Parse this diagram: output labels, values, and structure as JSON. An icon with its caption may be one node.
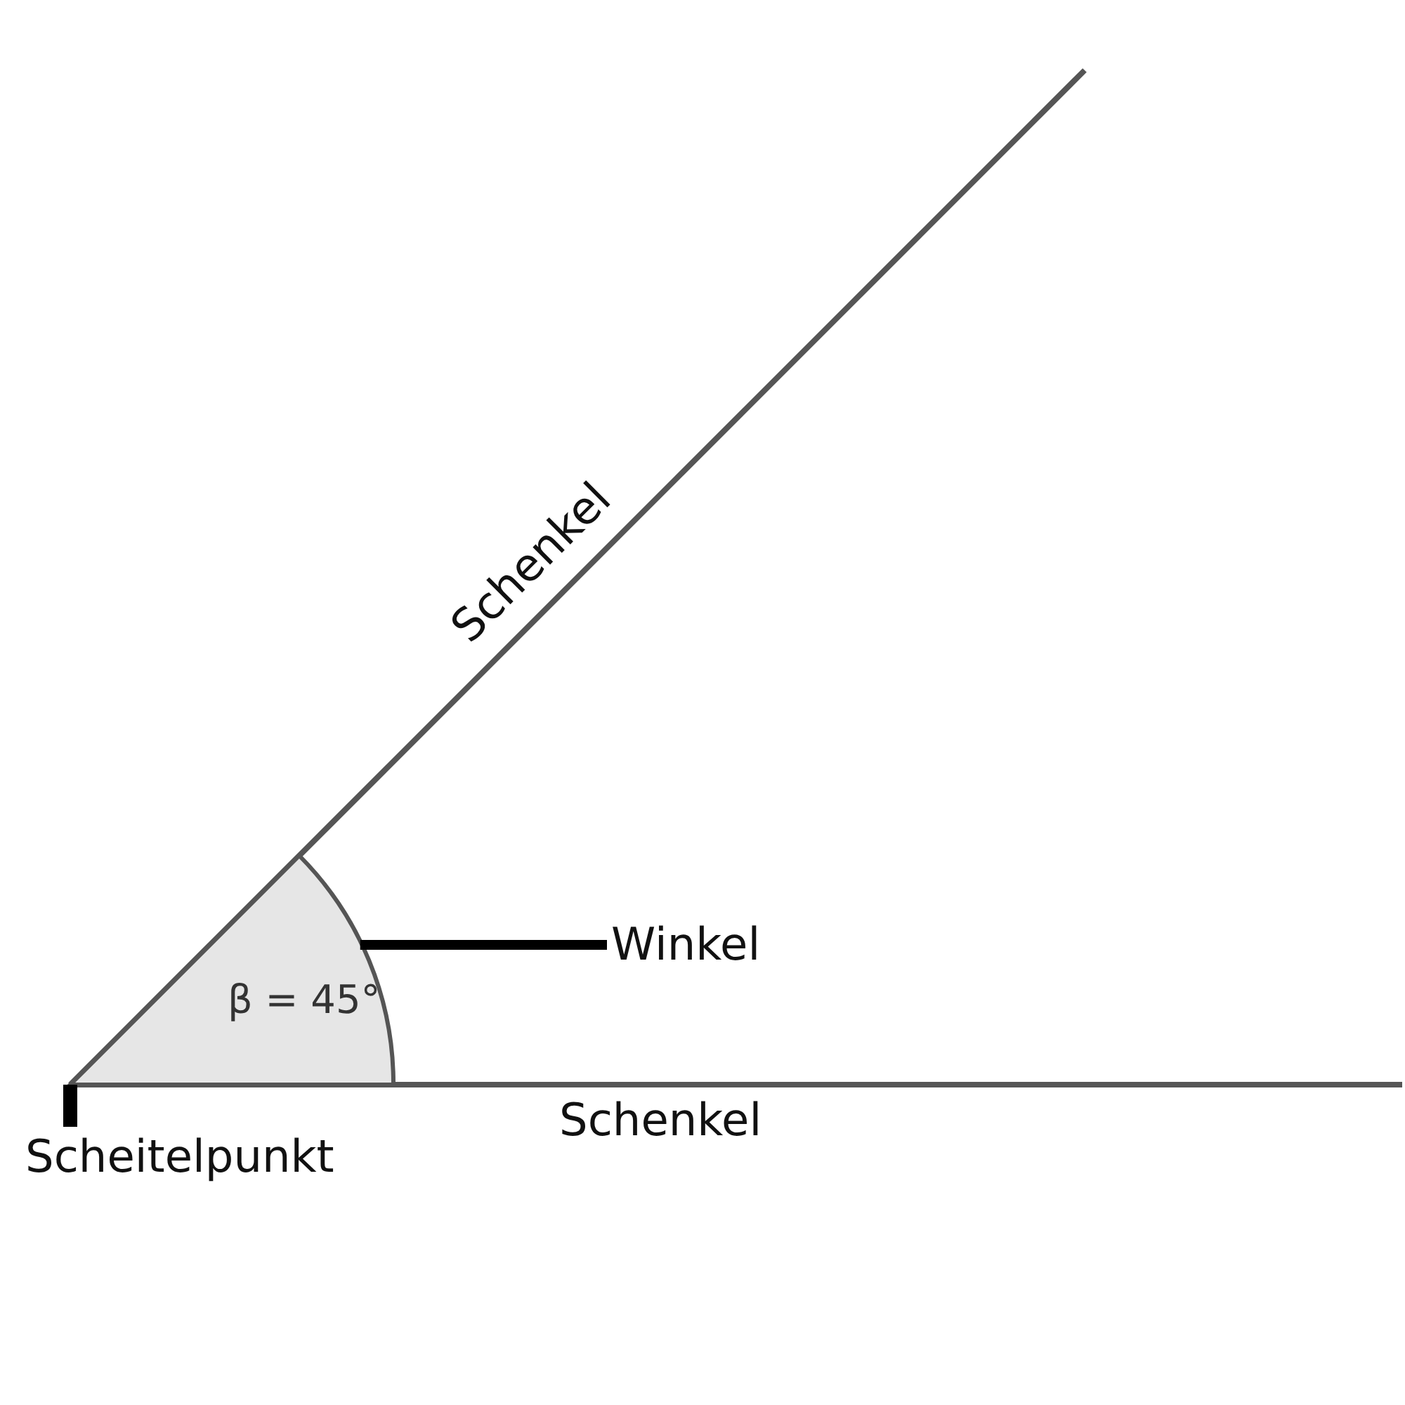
{
  "diagram": {
    "nodes": [
      {
        "text": [
          "β = 45°"
        ]
      },
      {
        "text": [
          "Winkel"
        ]
      },
      {
        "text": [
          "Scheitelpunkt"
        ]
      }
    ],
    "edges": [
      {
        "from": 1,
        "to": 0,
        "arrow": "none"
      },
      {
        "from": 2,
        "to": 0,
        "arrow": "none"
      }
    ],
    "labels": [
      "Schenkel",
      "Schenkel"
    ]
  }
}
